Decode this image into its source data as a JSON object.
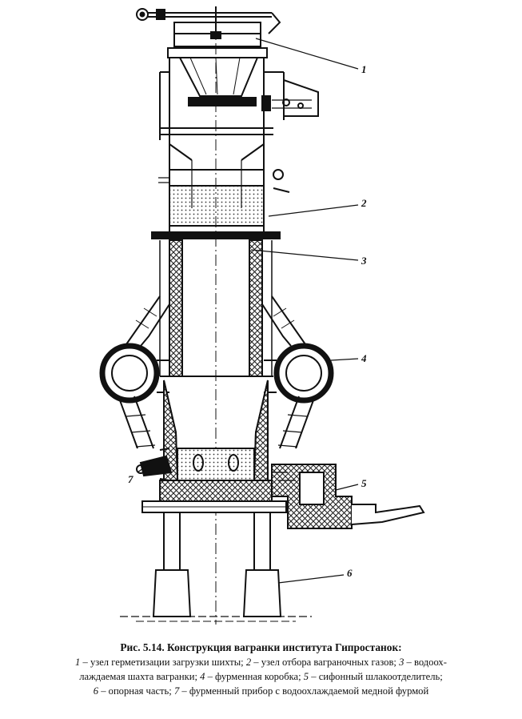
{
  "figure": {
    "callouts": [
      "1",
      "2",
      "3",
      "4",
      "5",
      "6",
      "7"
    ]
  },
  "caption": {
    "title": "Рис. 5.14. Конструкция вагранки института Гипростанок:",
    "items": [
      {
        "n": "1",
        "text": " – узел герметизации загрузки шихты; "
      },
      {
        "n": "2",
        "text": " – узел отбора ваграночных газов; "
      },
      {
        "n": "3",
        "text": " – водоох-"
      },
      {
        "n": "",
        "text": "лаждаемая шахта вагранки; "
      },
      {
        "n": "4",
        "text": " – фурменная коробка; "
      },
      {
        "n": "5",
        "text": " – сифонный шлакоотделитель;"
      },
      {
        "n": "6",
        "text": " – опорная часть; "
      },
      {
        "n": "7",
        "text": " – фурменный прибор с водоохлаждаемой медной фурмой"
      }
    ]
  }
}
